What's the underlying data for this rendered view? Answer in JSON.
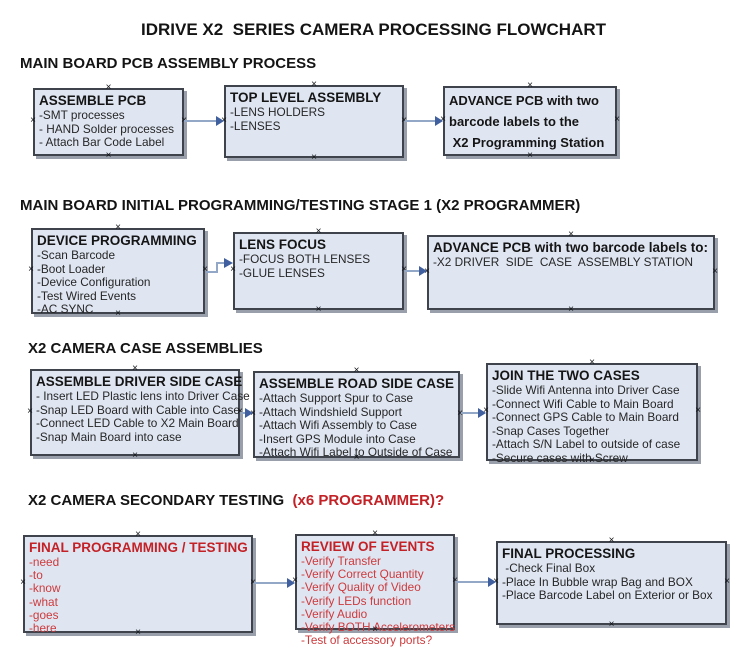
{
  "title": "IDRIVE X2  SERIES CAMERA PROCESSING FLOWCHART",
  "colors": {
    "box_fill": "#dfe6f2",
    "box_border": "#3f434b",
    "box_shadow": "#99a0ab",
    "arrow_line": "#93a7c7",
    "arrow_head": "#3f5f9e",
    "accent_red": "#c32126",
    "text_black": "#141414"
  },
  "sections": [
    {
      "header": "MAIN BOARD PCB ASSEMBLY PROCESS",
      "boxes": [
        {
          "title": "ASSEMBLE PCB",
          "items": [
            "-SMT processes",
            "- HAND Solder processes",
            "- Attach Bar Code Label"
          ]
        },
        {
          "title": "TOP LEVEL ASSEMBLY",
          "items": [
            "-LENS HOLDERS",
            "-LENSES"
          ]
        },
        {
          "lines": [
            "ADVANCE PCB with two",
            "barcode labels to the",
            " X2 Programming Station"
          ]
        }
      ]
    },
    {
      "header": "MAIN BOARD INITIAL PROGRAMMING/TESTING STAGE 1 (X2 PROGRAMMER)",
      "boxes": [
        {
          "title": "DEVICE PROGRAMMING",
          "items": [
            "-Scan Barcode",
            "-Boot Loader",
            "-Device Configuration",
            "-Test Wired Events",
            "-AC SYNC"
          ]
        },
        {
          "title": "LENS FOCUS",
          "items": [
            "-FOCUS BOTH LENSES",
            "-GLUE LENSES"
          ]
        },
        {
          "title": "ADVANCE PCB with two barcode labels to:",
          "items": [
            "-X2 DRIVER  SIDE  CASE  ASSEMBLY STATION"
          ]
        }
      ]
    },
    {
      "header": "X2 CAMERA CASE ASSEMBLIES",
      "boxes": [
        {
          "title": "ASSEMBLE DRIVER SIDE CASE",
          "items": [
            "- Insert LED Plastic lens into Driver Case",
            "-Snap LED Board with Cable into Case",
            "-Connect LED Cable to X2 Main Board",
            "-Snap Main Board into case"
          ]
        },
        {
          "title": "ASSEMBLE ROAD SIDE CASE",
          "items": [
            "-Attach Support Spur to Case",
            "-Attach Windshield Support",
            "-Attach Wifi Assembly to Case",
            "-Insert GPS Module into Case",
            "-Attach Wifi Label to Outside of Case"
          ]
        },
        {
          "title": "JOIN THE TWO CASES",
          "items": [
            "-Slide Wifi Antenna into Driver Case",
            "-Connect Wifi Cable to Main Board",
            "-Connect GPS Cable to Main Board",
            "-Snap Cases Together",
            "-Attach S/N Label to outside of case",
            "-Secure cases with Screw"
          ]
        }
      ]
    },
    {
      "header_black": "X2 CAMERA SECONDARY TESTING ",
      "header_red": " (x6 PROGRAMMER)?",
      "boxes": [
        {
          "title": "FINAL PROGRAMMING / TESTING",
          "items": [
            "-need",
            "-to",
            "-know",
            "-what",
            "-goes",
            "-here"
          ]
        },
        {
          "title": "REVIEW OF EVENTS",
          "items": [
            "-Verify Transfer",
            "-Verify Correct Quantity",
            "-Verify Quality of Video",
            "-Verify LEDs function",
            "-Verify Audio",
            "-Verify BOTH Accelerometers",
            "-Test of accessory ports?"
          ]
        },
        {
          "title": "FINAL PROCESSING",
          "items": [
            " -Check Final Box",
            "-Place In Bubble wrap Bag and BOX",
            "-Place Barcode Label on Exterior or Box"
          ]
        }
      ]
    }
  ]
}
